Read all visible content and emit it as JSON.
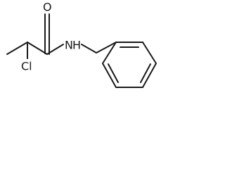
{
  "molecule": {
    "atoms": {
      "oxygen": "O",
      "nitrogen": "N",
      "hydrogen": "H",
      "chlorine": "Cl"
    }
  },
  "colors": {
    "ink": "#1a1a1a",
    "background": "#ffffff"
  }
}
